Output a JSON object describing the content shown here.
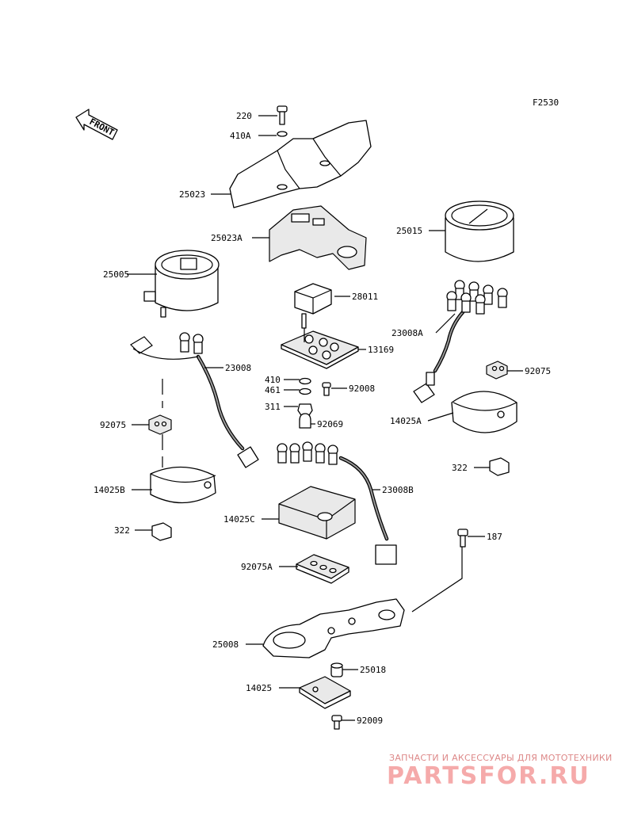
{
  "figure_code": "F2530",
  "front_label": "FRONT",
  "callouts": {
    "c220": "220",
    "c410A": "410A",
    "c25023": "25023",
    "c25023A": "25023A",
    "c25015": "25015",
    "c25005": "25005",
    "c28011": "28011",
    "c13169": "13169",
    "c23008A": "23008A",
    "c23008": "23008",
    "c92075_r": "92075",
    "c410": "410",
    "c461": "461",
    "c92008": "92008",
    "c311": "311",
    "c92069": "92069",
    "c14025A": "14025A",
    "c92075_l": "92075",
    "c322_r": "322",
    "c23008B": "23008B",
    "c14025B": "14025B",
    "c14025C": "14025C",
    "c322_l": "322",
    "c187": "187",
    "c92075A": "92075A",
    "c25008": "25008",
    "c25018": "25018",
    "c14025": "14025",
    "c92009": "92009"
  },
  "watermark": {
    "tagline": "ЗАПЧАСТИ И АКСЕССУАРЫ ДЛЯ МОТОТЕХНИКИ",
    "logo": "PARTSFOR.RU"
  }
}
